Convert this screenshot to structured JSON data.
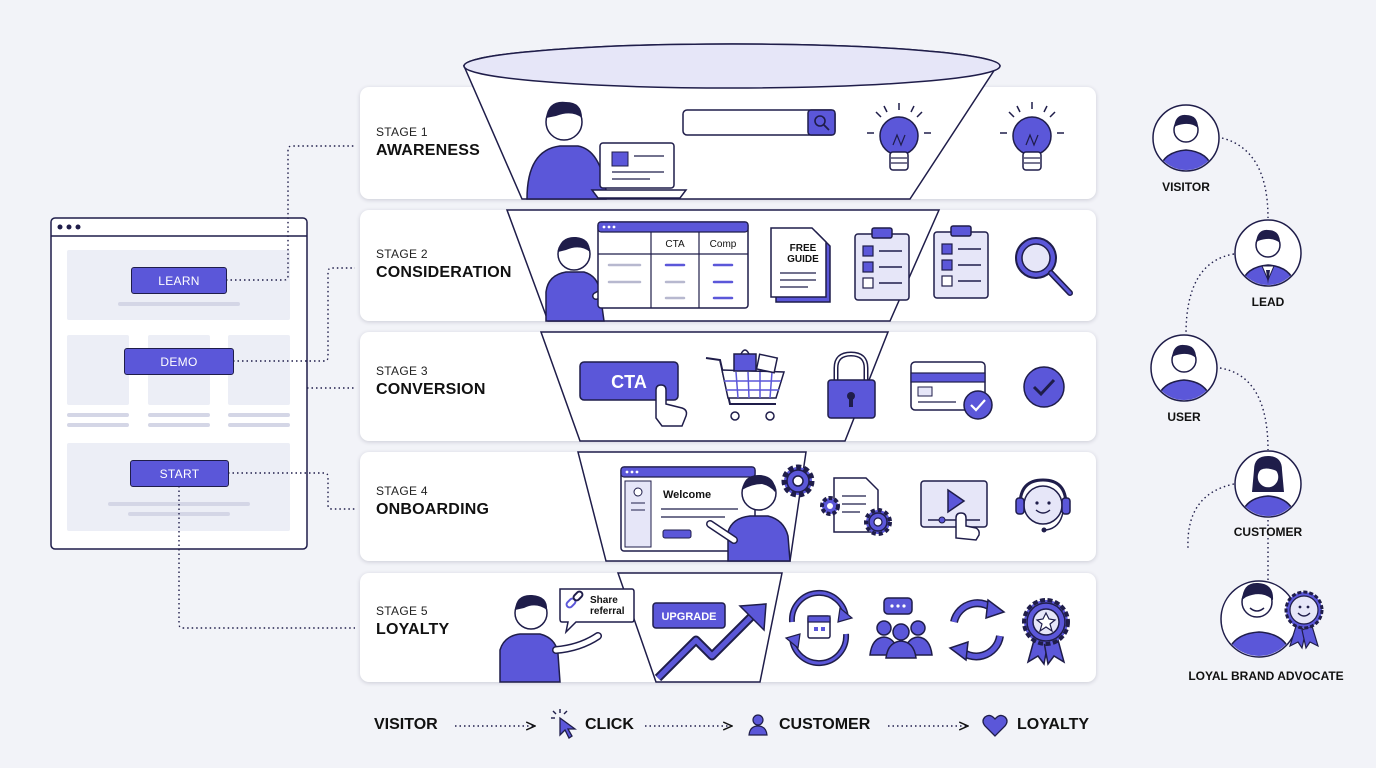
{
  "stages": [
    {
      "number": "STAGE 1",
      "name": "AWARENESS"
    },
    {
      "number": "STAGE 2",
      "name": "CONSIDERATION"
    },
    {
      "number": "STAGE 3",
      "name": "CONVERSION"
    },
    {
      "number": "STAGE 4",
      "name": "ONBOARDING"
    },
    {
      "number": "STAGE 5",
      "name": "LOYALTY"
    }
  ],
  "landing_page": {
    "buttons": [
      "LEARN",
      "DEMO",
      "START"
    ]
  },
  "stage_content": {
    "comparison_headers": [
      "CTA",
      "Comp"
    ],
    "guide_label_line1": "FREE",
    "guide_label_line2": "GUIDE",
    "cta_button": "CTA",
    "welcome_text": "Welcome",
    "share_line1": "Share",
    "share_line2": "referral",
    "upgrade_label": "UPGRADE"
  },
  "personas": [
    "VISITOR",
    "LEAD",
    "USER",
    "CUSTOMER",
    "LOYAL BRAND ADVOCATE"
  ],
  "journey": [
    "VISITOR",
    "CLICK",
    "CUSTOMER",
    "LOYALTY"
  ],
  "colors": {
    "accent": "#5b57d9",
    "accent_light": "#e6e6f8",
    "outline": "#1f1d4a",
    "background": "#f2f3f8"
  },
  "icons": [
    "search-icon",
    "lightbulb-icon",
    "document-icon",
    "clipboard-checklist-icon",
    "magnifier-icon",
    "cursor-hand-icon",
    "shopping-cart-icon",
    "padlock-icon",
    "credit-card-icon",
    "check-circle-icon",
    "gear-icon",
    "video-play-icon",
    "headset-support-icon",
    "link-icon",
    "trend-arrow-icon",
    "cycle-calendar-icon",
    "community-icon",
    "refresh-icon",
    "award-badge-icon",
    "heart-icon",
    "user-icon"
  ]
}
